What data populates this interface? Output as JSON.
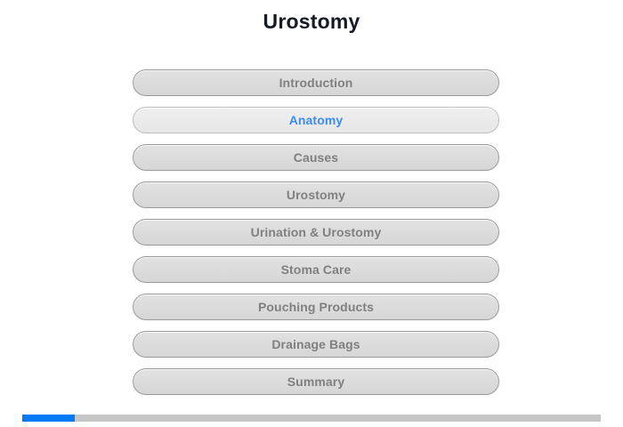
{
  "header": {
    "title": "Urostomy"
  },
  "menu": {
    "items": [
      {
        "label": "Introduction",
        "selected": false
      },
      {
        "label": "Anatomy",
        "selected": true
      },
      {
        "label": "Causes",
        "selected": false
      },
      {
        "label": "Urostomy",
        "selected": false
      },
      {
        "label": "Urination & Urostomy",
        "selected": false
      },
      {
        "label": "Stoma Care",
        "selected": false
      },
      {
        "label": "Pouching Products",
        "selected": false
      },
      {
        "label": "Drainage Bags",
        "selected": false
      },
      {
        "label": "Summary",
        "selected": false
      }
    ]
  },
  "progress": {
    "percent": 9,
    "fill_color": "#007bf5",
    "track_color": "#c6c6c6"
  },
  "colors": {
    "page_background": "#ffffff",
    "title_text": "#161a26",
    "button_text": "#808080",
    "button_selected_text": "#3d8bf2",
    "button_background": "#dcdcdc",
    "button_selected_background": "#ebebeb",
    "button_border": "#9a9a9a"
  }
}
